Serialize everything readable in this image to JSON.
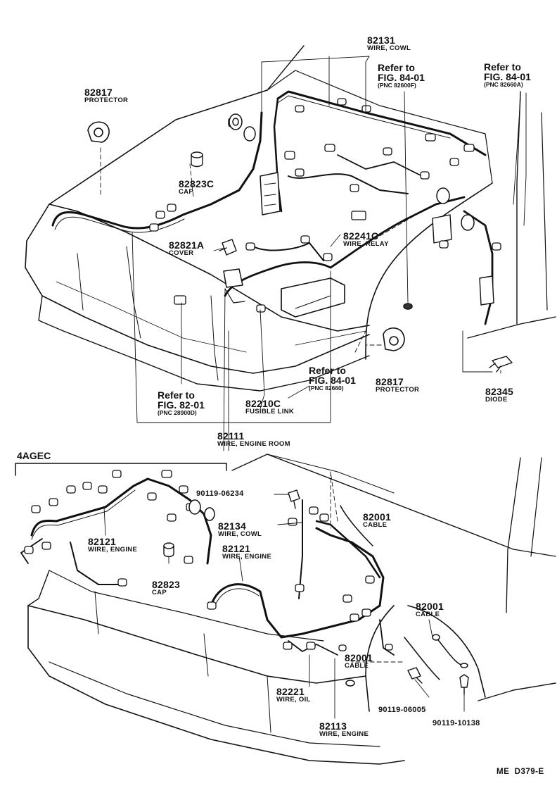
{
  "callouts": [
    {
      "id": "c82131",
      "num": "82131",
      "desc": "WIRE, COWL"
    },
    {
      "id": "c82817a",
      "num": "82817",
      "desc": "PROTECTOR"
    },
    {
      "id": "c82823c",
      "num": "82823C",
      "desc": "CAP"
    },
    {
      "id": "c82821a",
      "num": "82821A",
      "desc": "COVER"
    },
    {
      "id": "c82241c",
      "num": "82241C",
      "desc": "WIRE, RELAY"
    },
    {
      "id": "c82817b",
      "num": "82817",
      "desc": "PROTECTOR"
    },
    {
      "id": "c82345",
      "num": "82345",
      "desc": "DIODE"
    },
    {
      "id": "c82210c",
      "num": "82210C",
      "desc": "FUSIBLE LINK"
    },
    {
      "id": "c82111",
      "num": "82111",
      "desc": "WIRE, ENGINE ROOM"
    },
    {
      "id": "c82121a",
      "num": "82121",
      "desc": "WIRE, ENGINE"
    },
    {
      "id": "c82823",
      "num": "82823",
      "desc": "CAP"
    },
    {
      "id": "c82134",
      "num": "82134",
      "desc": "WIRE, COWL"
    },
    {
      "id": "c82121b",
      "num": "82121",
      "desc": "WIRE, ENGINE"
    },
    {
      "id": "c82001a",
      "num": "82001",
      "desc": "CABLE"
    },
    {
      "id": "c82001b",
      "num": "82001",
      "desc": "CABLE"
    },
    {
      "id": "c82001c",
      "num": "82001",
      "desc": "CABLE"
    },
    {
      "id": "c82221",
      "num": "82221",
      "desc": "WIRE, OIL"
    },
    {
      "id": "c82113",
      "num": "82113",
      "desc": "WIRE, ENGINE"
    },
    {
      "id": "c90119a",
      "num": "90119-06234",
      "desc": ""
    },
    {
      "id": "c90119b",
      "num": "90119-06005",
      "desc": ""
    },
    {
      "id": "c90119c",
      "num": "90119-10138",
      "desc": ""
    }
  ],
  "references": [
    {
      "id": "r1",
      "line1": "Refer to",
      "line2": "FIG. 84-01",
      "pnc": "(PNC 82600F)"
    },
    {
      "id": "r2",
      "line1": "Refer to",
      "line2": "FIG. 84-01",
      "pnc": "(PNC 82660A)"
    },
    {
      "id": "r3",
      "line1": "Refer to",
      "line2": "FIG. 84-01",
      "pnc": "(PNC 82660)"
    },
    {
      "id": "r4",
      "line1": "Refer to",
      "line2": "FIG. 82-01",
      "pnc": "(PNC 28900D)"
    }
  ],
  "section_label": "4AGEC",
  "drawing_code": "ME  D379-E"
}
